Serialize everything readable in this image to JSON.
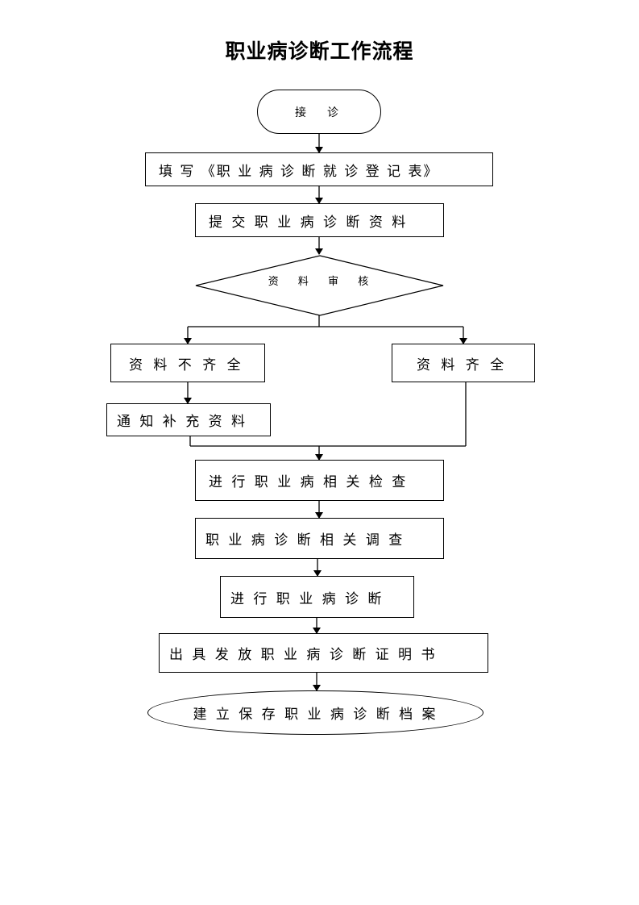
{
  "title": "职业病诊断工作流程",
  "nodes": {
    "reception": "接　诊",
    "fill_form": "填 写 《职 业 病 诊 断 就 诊 登 记 表》",
    "submit_materials": "提 交 职 业 病 诊 断 资 料",
    "review": "资 料 审 核",
    "incomplete": "资 料 不 齐 全",
    "complete": "资 料 齐 全",
    "notify": "通 知 补 充 资 料",
    "exam": "进 行 职 业 病 相 关 检 查",
    "investigation": "职 业 病 诊 断 相 关 调 查",
    "diagnosis": "进 行 职 业 病 诊 断",
    "certificate": "出 具 发 放 职 业 病 诊 断 证 明 书",
    "archive": "建 立 保 存 职 业 病 诊 断 档 案"
  }
}
